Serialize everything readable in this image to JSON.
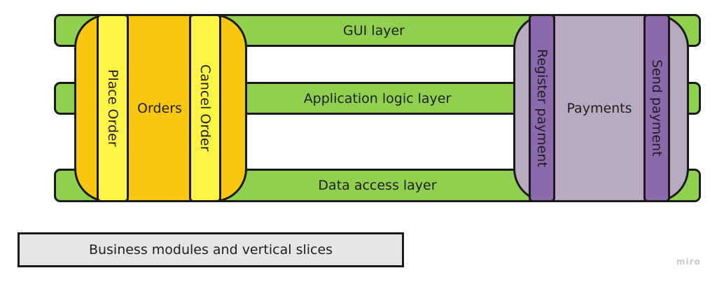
{
  "layers": [
    {
      "label": "GUI layer"
    },
    {
      "label": "Application logic layer"
    },
    {
      "label": "Data access layer"
    }
  ],
  "modules": [
    {
      "label": "Orders",
      "color": "#fac710",
      "slices": [
        {
          "label": "Place Order",
          "color": "#fef445"
        },
        {
          "label": "Cancel Order",
          "color": "#fef445"
        }
      ]
    },
    {
      "label": "Payments",
      "color": "#b9aabf",
      "slices": [
        {
          "label": "Register payment",
          "color": "#8a6aad"
        },
        {
          "label": "Send payment",
          "color": "#8a6aad"
        }
      ]
    }
  ],
  "caption": "Business modules and vertical slices",
  "watermark": "miro",
  "colors": {
    "layer": "#8fd14f",
    "caption_bg": "#e6e6e6",
    "outline": "#1a1a1a"
  }
}
